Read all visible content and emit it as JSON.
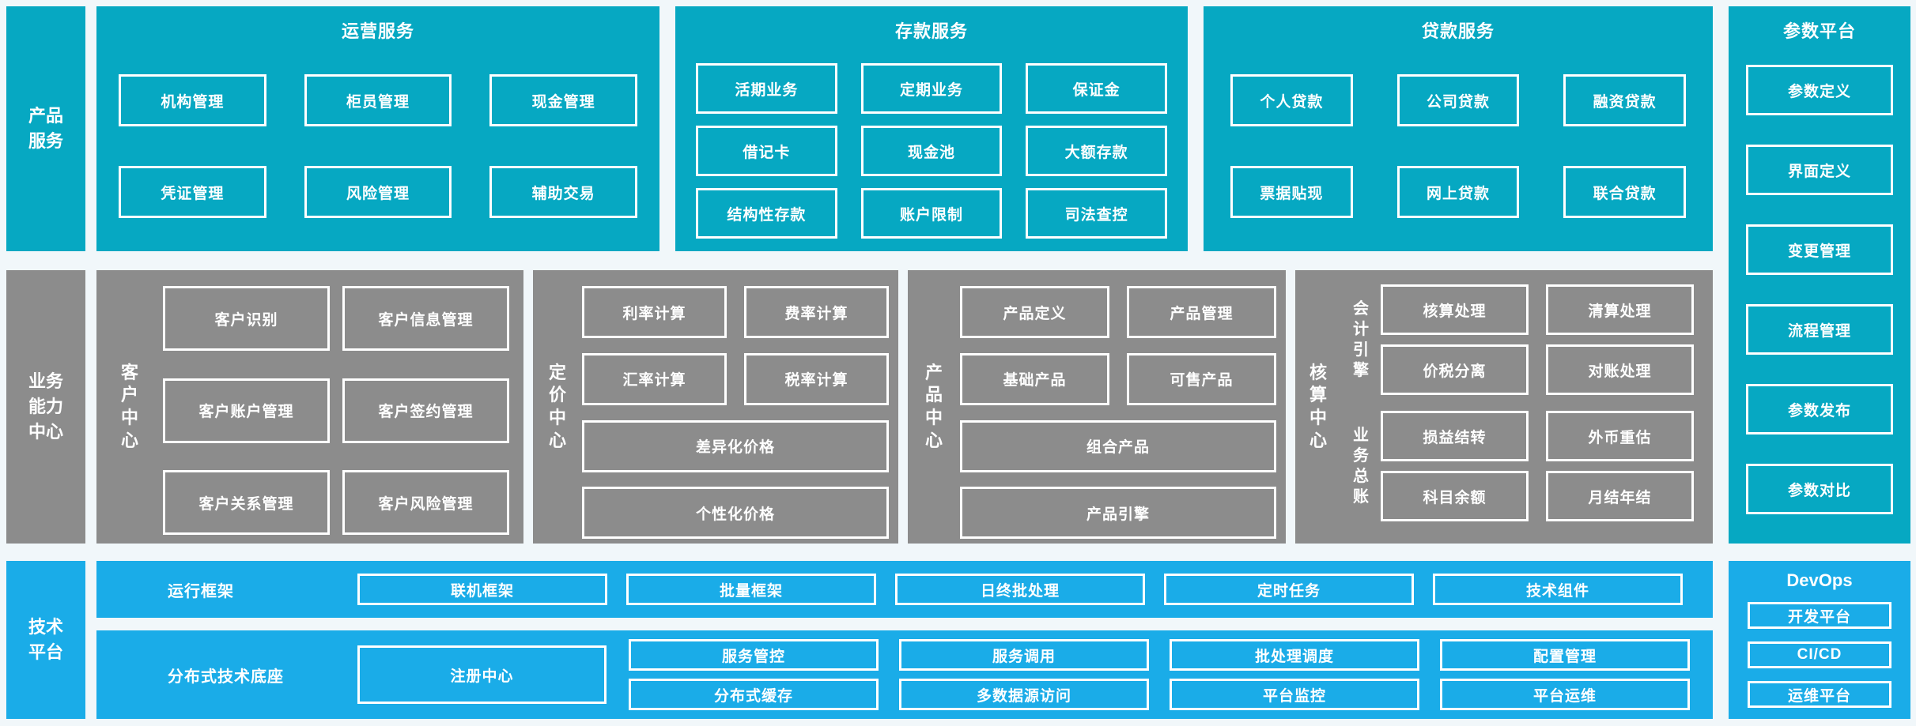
{
  "colors": {
    "teal": "#06A8C2",
    "gray": "#8C8C8C",
    "blue": "#1AACE8",
    "background": "#F1F7FA",
    "text": "#FFFFFF"
  },
  "rails": {
    "product": "产品服务",
    "business": "业务能力中心",
    "tech": "技术平台"
  },
  "ops": {
    "title": "运营服务",
    "items": [
      "机构管理",
      "柜员管理",
      "现金管理",
      "凭证管理",
      "风险管理",
      "辅助交易"
    ]
  },
  "deposit": {
    "title": "存款服务",
    "items": [
      "活期业务",
      "定期业务",
      "保证金",
      "借记卡",
      "现金池",
      "大额存款",
      "结构性存款",
      "账户限制",
      "司法查控"
    ]
  },
  "loan": {
    "title": "贷款服务",
    "items": [
      "个人贷款",
      "公司贷款",
      "融资贷款",
      "票据贴现",
      "网上贷款",
      "联合贷款"
    ]
  },
  "param": {
    "title": "参数平台",
    "items": [
      "参数定义",
      "界面定义",
      "变更管理",
      "流程管理",
      "参数发布",
      "参数对比"
    ]
  },
  "customer": {
    "label": "客户中心",
    "items": [
      "客户识别",
      "客户信息管理",
      "客户账户管理",
      "客户签约管理",
      "客户关系管理",
      "客户风险管理"
    ]
  },
  "pricing": {
    "label": "定价中心",
    "items": [
      "利率计算",
      "费率计算",
      "汇率计算",
      "税率计算"
    ],
    "wide": [
      "差异化价格",
      "个性化价格"
    ]
  },
  "product_center": {
    "label": "产品中心",
    "items": [
      "产品定义",
      "产品管理",
      "基础产品",
      "可售产品"
    ],
    "wide": [
      "组合产品",
      "产品引擎"
    ]
  },
  "accounting": {
    "label": "核算中心",
    "groups": [
      {
        "label": "会计引擎",
        "items": [
          "核算处理",
          "清算处理",
          "价税分离",
          "对账处理"
        ]
      },
      {
        "label": "业务总账",
        "items": [
          "损益结转",
          "外币重估",
          "科目余额",
          "月结年结"
        ]
      }
    ]
  },
  "runtime": {
    "label": "运行框架",
    "items": [
      "联机框架",
      "批量框架",
      "日终批处理",
      "定时任务",
      "技术组件"
    ]
  },
  "distributed": {
    "label": "分布式技术底座",
    "registry": "注册中心",
    "cols": [
      [
        "服务管控",
        "分布式缓存"
      ],
      [
        "服务调用",
        "多数据源访问"
      ],
      [
        "批处理调度",
        "平台监控"
      ],
      [
        "配置管理",
        "平台运维"
      ]
    ]
  },
  "devops": {
    "title": "DevOps",
    "items": [
      "开发平台",
      "CI/CD",
      "运维平台"
    ]
  }
}
